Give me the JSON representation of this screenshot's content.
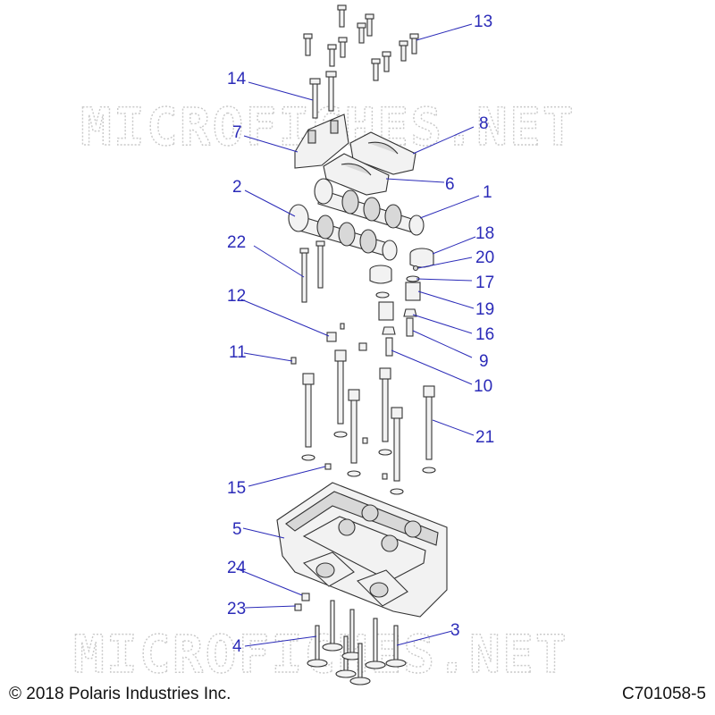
{
  "watermark": "MICROFICHES.NET",
  "footer": {
    "copyright": "© 2018 Polaris Industries Inc.",
    "diagram_id": "C701058-5"
  },
  "callouts": {
    "c1": "1",
    "c2": "2",
    "c3": "3",
    "c4": "4",
    "c5": "5",
    "c6": "6",
    "c7": "7",
    "c8": "8",
    "c9": "9",
    "c10": "10",
    "c11": "11",
    "c12": "12",
    "c13": "13",
    "c14": "14",
    "c15": "15",
    "c16": "16",
    "c17": "17",
    "c18": "18",
    "c19": "19",
    "c20": "20",
    "c21": "21",
    "c22": "22",
    "c23": "23",
    "c24": "24"
  },
  "colors": {
    "callout": "#2b2bb8",
    "watermark": "#c9c9c9"
  }
}
